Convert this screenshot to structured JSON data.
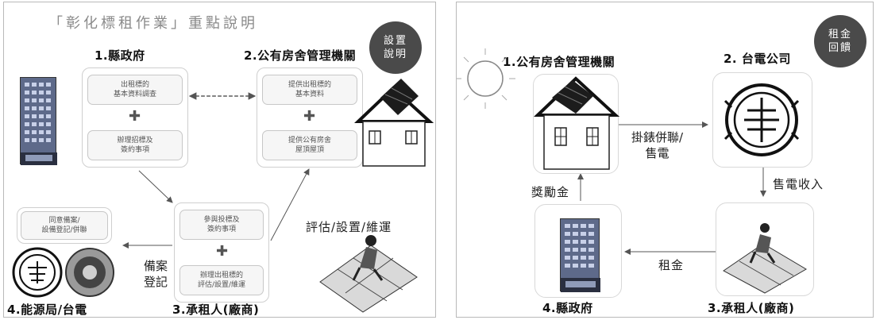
{
  "left": {
    "title": "「彰化標租作業」重點說明",
    "badge": [
      "設置",
      "說明"
    ],
    "nodes": {
      "county": "1.縣政府",
      "agency": "2.公有房舍管理機關",
      "tenant": "3.承租人(廠商)",
      "energy": "4.能源局/台電"
    },
    "boxes": {
      "county_a": [
        "出租標的",
        "基本資料調查"
      ],
      "county_b": [
        "辦理招標及",
        "簽約事項"
      ],
      "agency_a": [
        "提供出租標的",
        "基本資料"
      ],
      "agency_b": [
        "提供公有房舍",
        "屋頂屋頂"
      ],
      "tenant_a": [
        "參與投標及",
        "簽約事項"
      ],
      "tenant_b": [
        "辦理出租標的",
        "評估/設置/維運"
      ],
      "energy_a": [
        "同意備案/",
        "設備登記/併聯"
      ]
    },
    "side_labels": {
      "assess": "評估/設置/維運",
      "record": [
        "備案",
        "登記"
      ]
    }
  },
  "right": {
    "badge": [
      "租金",
      "回饋"
    ],
    "nodes": {
      "agency": "1.公有房舍管理機關",
      "taipower": "2. 台電公司",
      "tenant": "3.承租人(廠商)",
      "county": "4.縣政府"
    },
    "arrows": {
      "grid": [
        "掛錶併聯/",
        "售電"
      ],
      "revenue": "售電收入",
      "rent": "租金",
      "bonus": "獎勵金"
    }
  }
}
